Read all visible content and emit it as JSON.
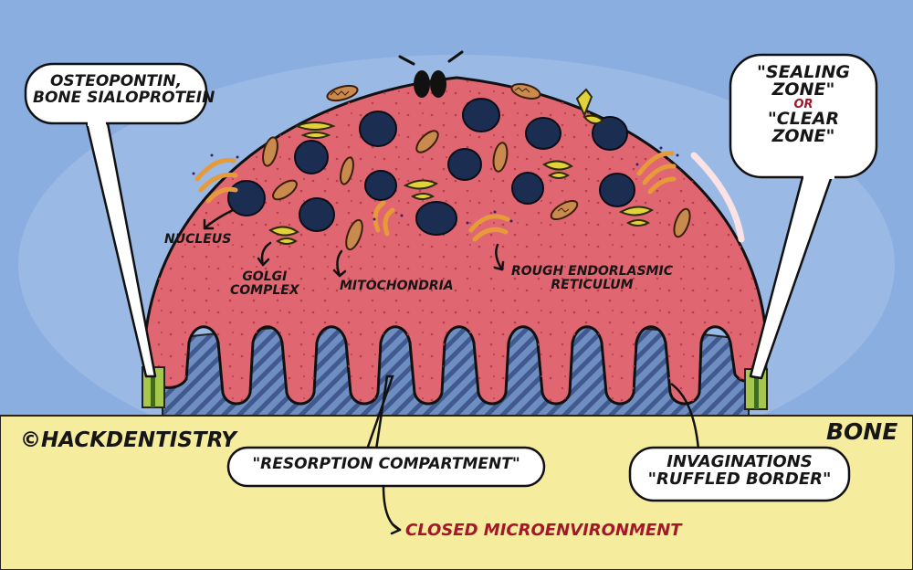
{
  "labels": {
    "left_bubble": [
      "OSTEOPONTIN,",
      "BONE SIALOPROTEIN"
    ],
    "right_bubble": [
      "\"SEALING",
      "ZONE\"",
      "OR",
      "\"CLEAR",
      "ZONE\""
    ],
    "nucleus": "NUCLEUS",
    "golgi": [
      "GOLGI",
      "COMPLEX"
    ],
    "mitochondria": "MITOCHONDRIA",
    "rough_er": [
      "ROUGH ENDORLASMIC",
      "RETICULUM"
    ],
    "copyright": "©HACKDENTISTRY",
    "bone": "BONE",
    "resorption": "\"RESORPTION COMPARTMENT\"",
    "closed_env": "CLOSED MICROENVIRONMENT",
    "invaginations": [
      "INVAGINATIONS",
      "\"RUFFLED BORDER\""
    ]
  },
  "colors": {
    "background": "#8aaee0",
    "bone": "#f6ec9e",
    "cell": "#e06671",
    "nucleus": "#1c2d52",
    "golgi": "#e2d23a",
    "mitochondria": "#c98a4e",
    "seal": "#a5c74b",
    "accent_red": "#a3182a"
  }
}
